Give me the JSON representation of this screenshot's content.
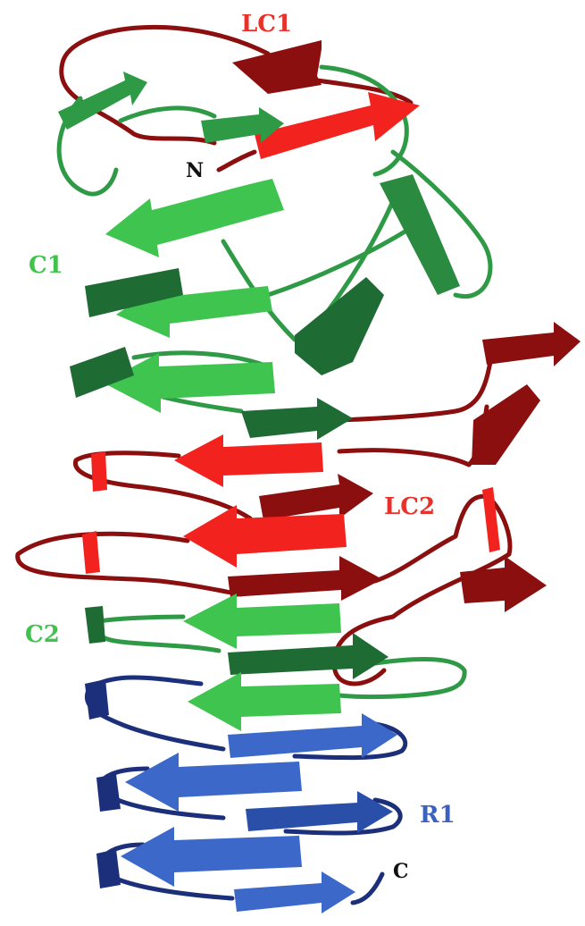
{
  "labels": {
    "lc1": "LC1",
    "n_term": "N",
    "c1": "C1",
    "lc2": "LC2",
    "c2": "C2",
    "r1": "R1",
    "c_term": "C"
  },
  "colors": {
    "red": "#f2231f",
    "dark_red": "#8b0f0f",
    "green": "#3ec44f",
    "dark_green": "#1e6b34",
    "blue": "#3b68c9",
    "dark_blue": "#1b2f7a",
    "label_red": "#e8312b",
    "label_green": "#41c24d",
    "label_blue": "#3a61c0",
    "label_black": "#111111"
  }
}
